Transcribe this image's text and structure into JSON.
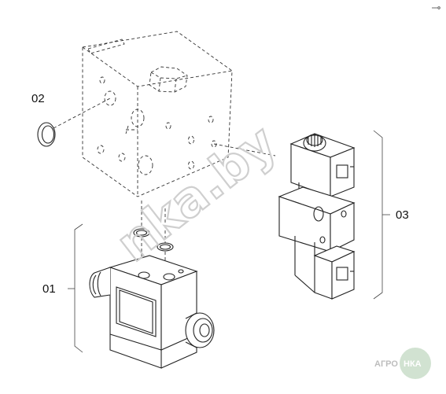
{
  "labels": {
    "part_01": "01",
    "part_02": "02",
    "part_03": "03"
  },
  "watermark": {
    "site": "nka.by",
    "brand_left": "АГРО",
    "brand_right": "НКА"
  },
  "colors": {
    "line": "#222222",
    "watermark": "#cfcfcf",
    "badge_green": "#c9ddc9"
  }
}
